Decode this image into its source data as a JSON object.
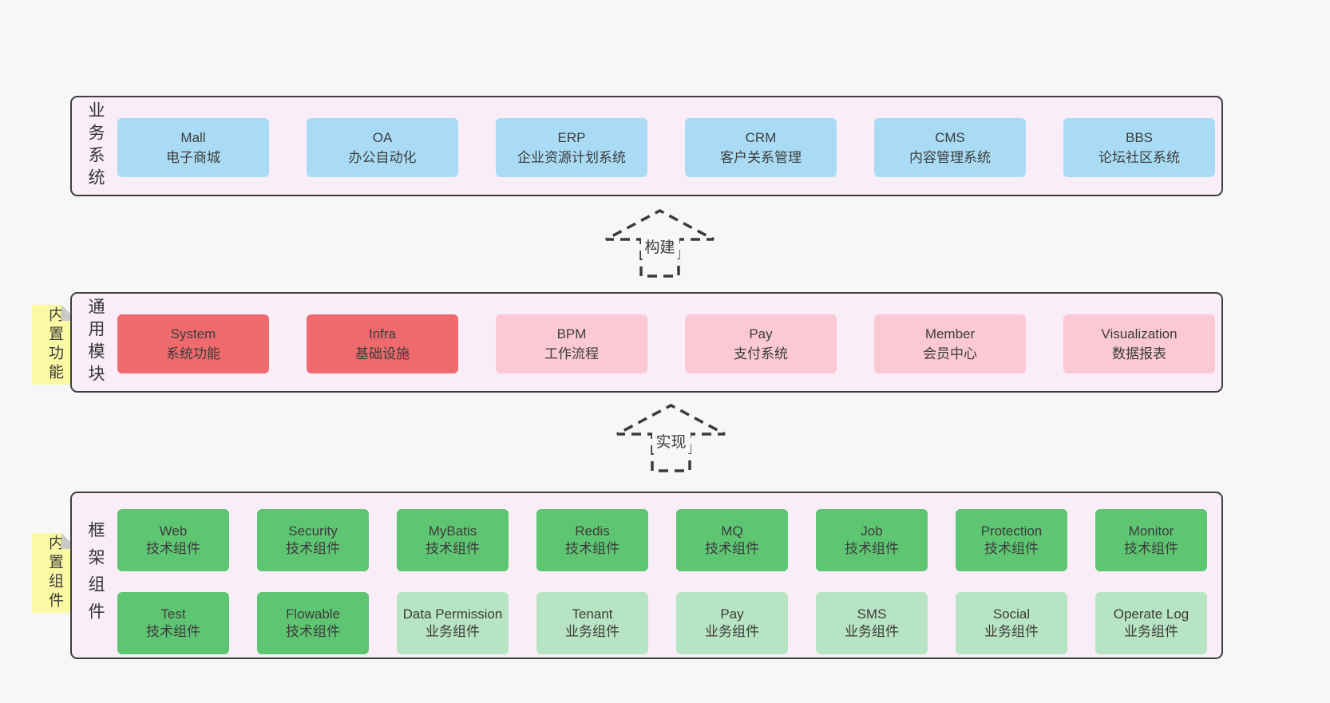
{
  "diagram": {
    "layers": {
      "business": {
        "label": "业务系统",
        "boxes": [
          {
            "title": "Mall",
            "subtitle": "电子商城"
          },
          {
            "title": "OA",
            "subtitle": "办公自动化"
          },
          {
            "title": "ERP",
            "subtitle": "企业资源计划系统"
          },
          {
            "title": "CRM",
            "subtitle": "客户关系管理"
          },
          {
            "title": "CMS",
            "subtitle": "内容管理系统"
          },
          {
            "title": "BBS",
            "subtitle": "论坛社区系统"
          }
        ]
      },
      "modules": {
        "label": "通用模块",
        "note": "内置功能",
        "boxes": [
          {
            "title": "System",
            "subtitle": "系统功能"
          },
          {
            "title": "Infra",
            "subtitle": "基础设施"
          },
          {
            "title": "BPM",
            "subtitle": "工作流程"
          },
          {
            "title": "Pay",
            "subtitle": "支付系统"
          },
          {
            "title": "Member",
            "subtitle": "会员中心"
          },
          {
            "title": "Visualization",
            "subtitle": "数据报表"
          }
        ]
      },
      "framework": {
        "label": "框架组件",
        "note": "内置组件",
        "row1": [
          {
            "title": "Web",
            "subtitle": "技术组件"
          },
          {
            "title": "Security",
            "subtitle": "技术组件"
          },
          {
            "title": "MyBatis",
            "subtitle": "技术组件"
          },
          {
            "title": "Redis",
            "subtitle": "技术组件"
          },
          {
            "title": "MQ",
            "subtitle": "技术组件"
          },
          {
            "title": "Job",
            "subtitle": "技术组件"
          },
          {
            "title": "Protection",
            "subtitle": "技术组件"
          },
          {
            "title": "Monitor",
            "subtitle": "技术组件"
          }
        ],
        "row2": [
          {
            "title": "Test",
            "subtitle": "技术组件"
          },
          {
            "title": "Flowable",
            "subtitle": "技术组件"
          },
          {
            "title": "Data Permission",
            "subtitle": "业务组件"
          },
          {
            "title": "Tenant",
            "subtitle": "业务组件"
          },
          {
            "title": "Pay",
            "subtitle": "业务组件"
          },
          {
            "title": "SMS",
            "subtitle": "业务组件"
          },
          {
            "title": "Social",
            "subtitle": "业务组件"
          },
          {
            "title": "Operate Log",
            "subtitle": "业务组件"
          }
        ]
      }
    },
    "arrows": {
      "build": {
        "label": "构建"
      },
      "implement": {
        "label": "实现"
      }
    },
    "colors": {
      "page_bg": "#f7f7f7",
      "panel_bg": "#f9eef7",
      "panel_border": "#3f3f3f",
      "business_box_blue": "#a9dcf4",
      "core_module_red": "#ee6a6c",
      "module_pink": "#fac9d3",
      "tech_component_green": "#5ec573",
      "biz_component_light_green": "#b7e4c2",
      "note_yellow": "#fbf9a3",
      "note_fold_gray": "#c9c9c9",
      "text": "#3c3c3c"
    }
  }
}
